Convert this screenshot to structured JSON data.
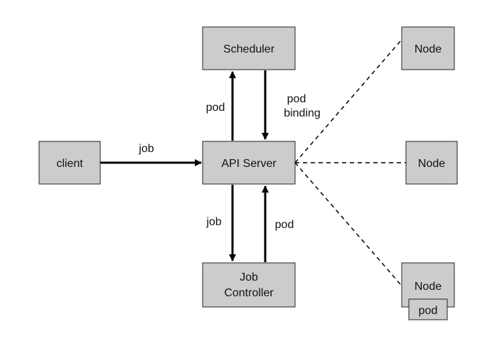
{
  "nodes": {
    "client": "client",
    "scheduler": "Scheduler",
    "api_server": "API Server",
    "job_controller_line1": "Job",
    "job_controller_line2": "Controller",
    "node_top": "Node",
    "node_middle": "Node",
    "node_bottom": "Node",
    "pod_on_node": "pod"
  },
  "edges": {
    "client_to_api": "job",
    "api_to_scheduler": "pod",
    "scheduler_to_api_line1": "pod",
    "scheduler_to_api_line2": "binding",
    "api_to_controller": "job",
    "controller_to_api": "pod"
  },
  "colors": {
    "box_fill": "#cccccc",
    "line": "#000000"
  }
}
